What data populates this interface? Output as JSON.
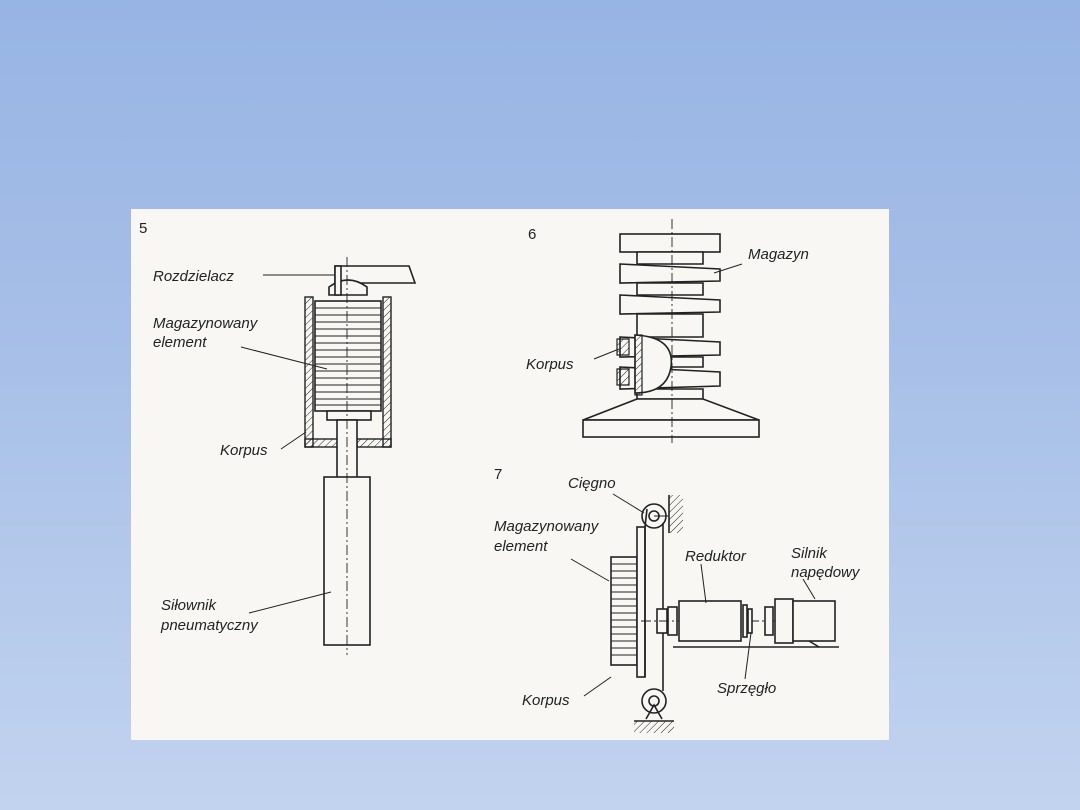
{
  "figure": {
    "diagram5": {
      "number": "5",
      "labels": {
        "rozdzielacz": "Rozdzielacz",
        "magazynowany_1": "Magazynowany",
        "magazynowany_2": "element",
        "korpus": "Korpus",
        "silownik_1": "Siłownik",
        "silownik_2": "pneumatyczny"
      }
    },
    "diagram6": {
      "number": "6",
      "labels": {
        "magazyn": "Magazyn",
        "korpus": "Korpus"
      }
    },
    "diagram7": {
      "number": "7",
      "labels": {
        "ciegno": "Cięgno",
        "magazynowany_1": "Magazynowany",
        "magazynowany_2": "element",
        "reduktor": "Reduktor",
        "silnik_1": "Silnik",
        "silnik_2": "napędowy",
        "sprzeglo": "Sprzęgło",
        "korpus": "Korpus"
      }
    }
  }
}
